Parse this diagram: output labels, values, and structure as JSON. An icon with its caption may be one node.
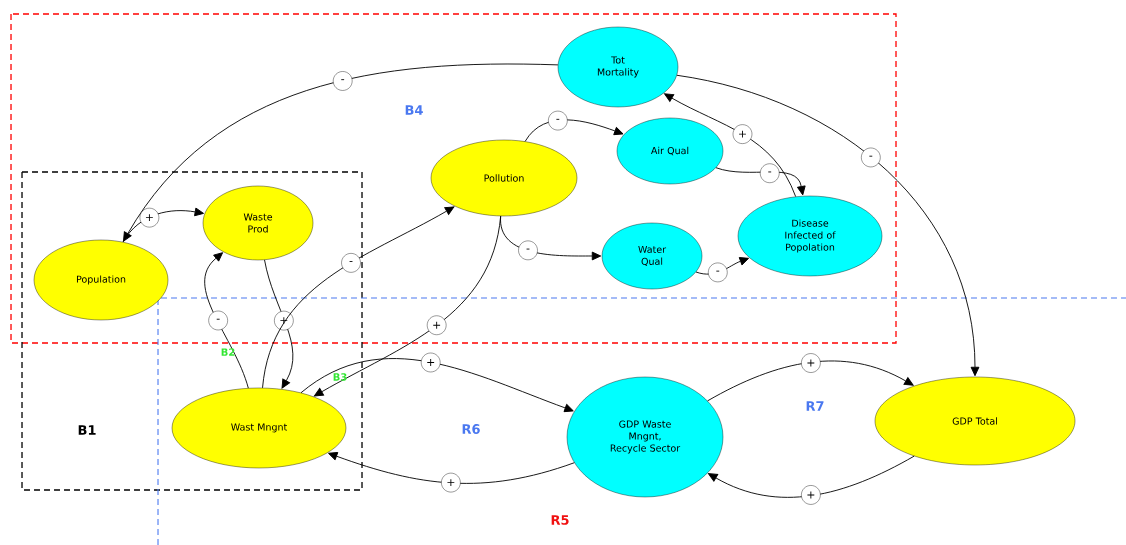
{
  "diagram": {
    "nodes": [
      {
        "text": [
          "Tot Mortality"
        ]
      },
      {
        "text": [
          "Pollution"
        ]
      },
      {
        "text": [
          "Air Qual"
        ]
      },
      {
        "text": [
          "Population"
        ]
      },
      {
        "text": [
          "Waste Prod"
        ]
      },
      {
        "text": [
          "Water Qual"
        ]
      },
      {
        "text": [
          "Disease Infected of Popolation"
        ]
      },
      {
        "text": [
          "Wast Mngnt"
        ]
      },
      {
        "text": [
          "GDP Waste Mngnt, Recycle Sector"
        ]
      },
      {
        "text": [
          "GDP Total"
        ]
      }
    ],
    "edges": [
      {
        "from": 0,
        "to": 3,
        "arrow": "to",
        "label": "-"
      },
      {
        "from": 0,
        "to": 9,
        "arrow": "to",
        "label": "-"
      },
      {
        "from": 3,
        "to": 4,
        "arrow": "to",
        "label": "+"
      },
      {
        "from": 4,
        "to": 7,
        "arrow": "to",
        "label": "+"
      },
      {
        "from": 7,
        "to": 4,
        "arrow": "to",
        "label": "-"
      },
      {
        "from": 7,
        "to": 1,
        "arrow": "to",
        "label": "-"
      },
      {
        "from": 1,
        "to": 7,
        "arrow": "to",
        "label": "+"
      },
      {
        "from": 1,
        "to": 2,
        "arrow": "to",
        "label": "-"
      },
      {
        "from": 1,
        "to": 5,
        "arrow": "to",
        "label": "-"
      },
      {
        "from": 2,
        "to": 6,
        "arrow": "to",
        "label": "-"
      },
      {
        "from": 5,
        "to": 6,
        "arrow": "to",
        "label": "-"
      },
      {
        "from": 6,
        "to": 0,
        "arrow": "to",
        "label": "+"
      },
      {
        "from": 7,
        "to": 8,
        "arrow": "to",
        "label": "+"
      },
      {
        "from": 8,
        "to": 7,
        "arrow": "to",
        "label": "+"
      },
      {
        "from": 8,
        "to": 9,
        "arrow": "to",
        "label": "+"
      },
      {
        "from": 9,
        "to": 8,
        "arrow": "to",
        "label": "+"
      }
    ],
    "labels": [
      "B4",
      "B2",
      "B3",
      "R7",
      "R6",
      "B1",
      "R5"
    ]
  }
}
